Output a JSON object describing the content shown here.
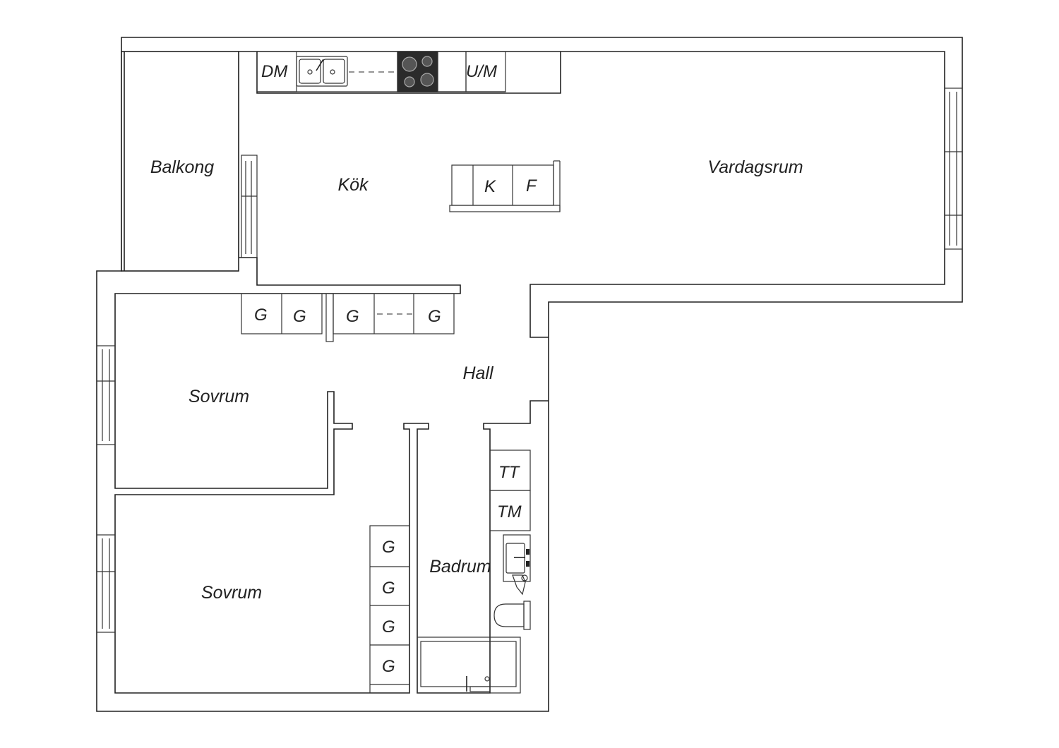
{
  "rooms": {
    "balcony": "Balkong",
    "kitchen": "Kök",
    "living": "Vardagsrum",
    "hall": "Hall",
    "bedroom_1": "Sovrum",
    "bedroom_2": "Sovrum",
    "bathroom": "Badrum"
  },
  "fixtures": {
    "dishwasher": "DM",
    "oven_micro": "U/M",
    "fridge": "K",
    "freezer": "F",
    "wardrobe_hall_1": "G",
    "wardrobe_hall_2": "G",
    "wardrobe_hall_3": "G",
    "wardrobe_hall_4": "G",
    "dryer": "TT",
    "washer": "TM",
    "wardrobe_bed_1": "G",
    "wardrobe_bed_2": "G",
    "wardrobe_bed_3": "G",
    "wardrobe_bed_4": "G"
  },
  "colors": {
    "wall": "#222222",
    "background": "#ffffff",
    "hob": "#2b2b2b"
  }
}
